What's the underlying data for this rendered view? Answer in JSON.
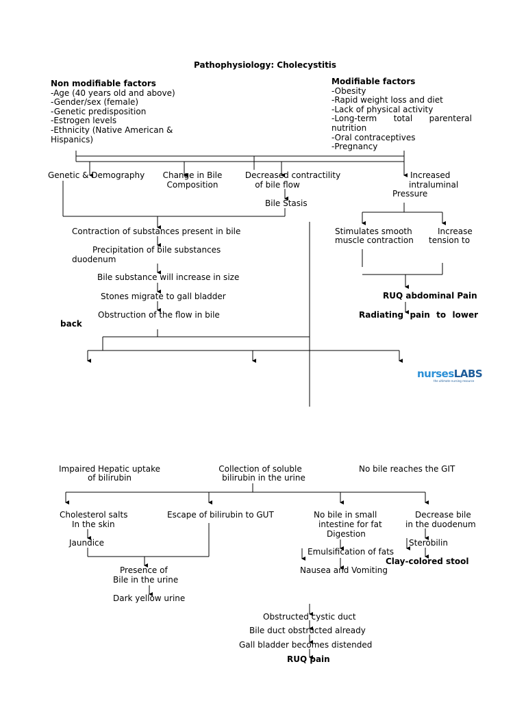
{
  "title": "Pathophysiology: Cholecystitis",
  "non_modifiable": {
    "heading": "Non modifiable factors",
    "items": [
      "-Age (40 years old and above)",
      "-Gender/sex (female)",
      "-Genetic predisposition",
      "-Estrogen levels",
      "-Ethnicity (Native American &",
      "Hispanics)"
    ]
  },
  "modifiable": {
    "heading": "Modifiable factors",
    "items": [
      "-Obesity",
      "-Rapid weight loss and diet",
      "-Lack of physical activity",
      "-Long-term total parenteral",
      "nutrition",
      "-Oral contraceptives",
      "-Pregnancy"
    ]
  },
  "flow": {
    "genetic": "Genetic & Demography",
    "bile_comp_1": "Change in Bile",
    "bile_comp_2": "Composition",
    "decreased_1": "Decreased contractility",
    "decreased_2": "of bile flow",
    "bile_stasis": "Bile Stasis",
    "increased_1": "Increased",
    "increased_2": "intraluminal",
    "increased_3": "Pressure",
    "contraction": "Contraction of substances present in bile",
    "precipitation": "Precipitation of bile substances",
    "duodenum": "duodenum",
    "increase_size": "Bile substance will increase in size",
    "stones": "Stones migrate to gall bladder",
    "obstruction": "Obstruction of the flow in bile",
    "back": "back",
    "stimulates_1": "Stimulates smooth",
    "stimulates_2": "muscle contraction",
    "tension_1": "Increase",
    "tension_2": "tension to",
    "ruq_abdominal": "RUQ abdominal Pain",
    "radiating": "Radiating pain to lower"
  },
  "logo": {
    "part1": "nurses",
    "part2": "LABS",
    "tagline": "the ultimate nursing resource"
  },
  "lower": {
    "impaired_1": "Impaired Hepatic uptake",
    "impaired_2": "of bilirubin",
    "collection_1": "Collection of soluble",
    "collection_2": "bilirubin in the urine",
    "no_bile_git": "No bile reaches the GIT",
    "cholesterol_1": "Cholesterol salts",
    "cholesterol_2": "In the skin",
    "jaundice": "Jaundice",
    "escape": "Escape of bilirubin to GUT",
    "no_bile_small_1": "No bile in small",
    "no_bile_small_2": "intestine for fat",
    "no_bile_small_3": "Digestion",
    "emulsification": "Emulsification of fats",
    "nausea": "Nausea and Vomiting",
    "decrease_1": "Decrease bile",
    "decrease_2": "in the duodenum",
    "sterobilin": "Sterobilin",
    "clay": "Clay-colored stool",
    "presence_1": "Presence of",
    "presence_2": "Bile in the urine",
    "dark_urine": "Dark yellow urine",
    "obstructed_cystic": "Obstructed cystic duct",
    "bile_duct": "Bile duct obstructed already",
    "gall_distended": "Gall bladder becomes distended",
    "ruq_pain": "RUQ pain"
  }
}
